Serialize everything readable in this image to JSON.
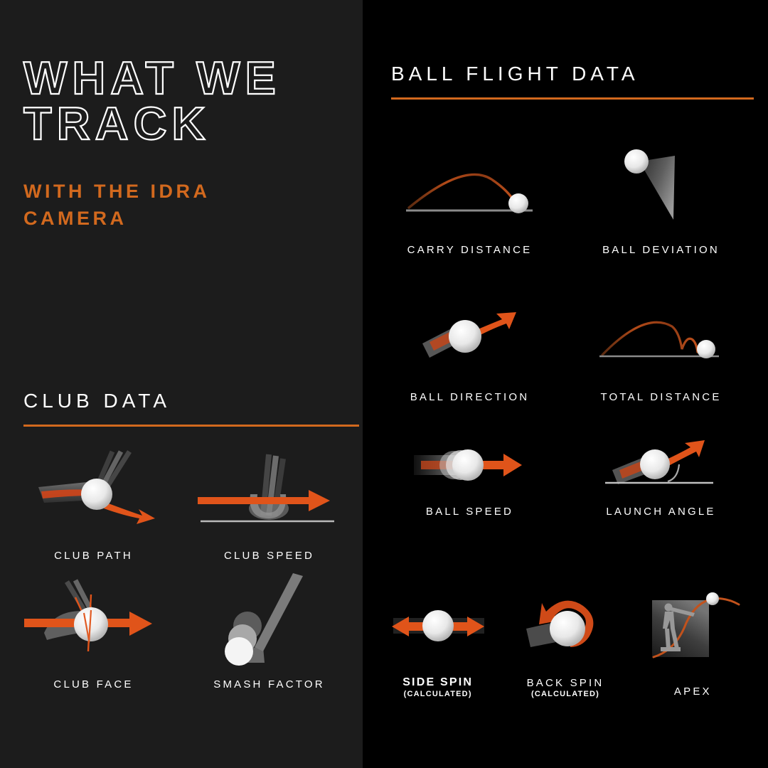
{
  "theme": {
    "left_panel_bg": "#1c1c1c",
    "right_panel_bg": "#000000",
    "accent_orange": "#d2691e",
    "arrow_orange": "#e0541a",
    "text_white": "#ffffff",
    "club_gray": "#6e6e6e",
    "ball_white": "#f2f2f2"
  },
  "hero": {
    "headline": "WHAT WE\nTRACK",
    "subhead": "WITH THE IDRA\nCAMERA"
  },
  "club_section": {
    "title": "CLUB DATA",
    "items": [
      {
        "label": "CLUB PATH",
        "icon": "club-path-icon"
      },
      {
        "label": "CLUB SPEED",
        "icon": "club-speed-icon"
      },
      {
        "label": "CLUB FACE",
        "icon": "club-face-icon"
      },
      {
        "label": "SMASH FACTOR",
        "icon": "smash-factor-icon"
      }
    ]
  },
  "flight_section": {
    "title": "BALL FLIGHT DATA",
    "items_top": [
      {
        "label": "CARRY DISTANCE",
        "icon": "carry-distance-icon"
      },
      {
        "label": "BALL DEVIATION",
        "icon": "ball-deviation-icon"
      },
      {
        "label": "BALL DIRECTION",
        "icon": "ball-direction-icon"
      },
      {
        "label": "TOTAL DISTANCE",
        "icon": "total-distance-icon"
      },
      {
        "label": "BALL SPEED",
        "icon": "ball-speed-icon"
      },
      {
        "label": "LAUNCH ANGLE",
        "icon": "launch-angle-icon"
      }
    ],
    "items_bottom": [
      {
        "label": "SIDE SPIN",
        "sub": "(CALCULATED)",
        "icon": "side-spin-icon"
      },
      {
        "label": "BACK SPIN",
        "sub": "(CALCULATED)",
        "icon": "back-spin-icon"
      },
      {
        "label": "APEX",
        "sub": "",
        "icon": "apex-icon"
      }
    ]
  }
}
